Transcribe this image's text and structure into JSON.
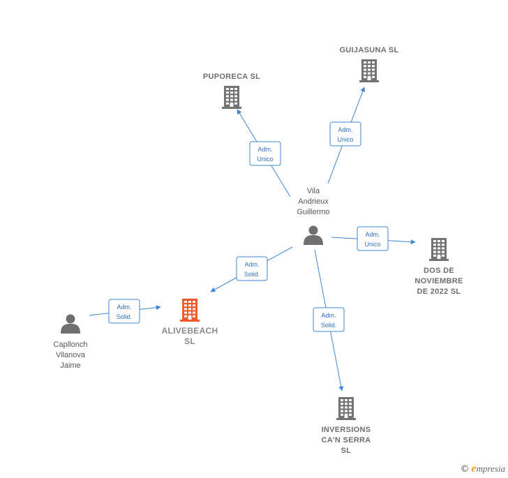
{
  "nodes": {
    "guijasuna": {
      "type": "company",
      "lines": [
        "GUIJASUNA SL"
      ],
      "color": "#737373"
    },
    "puporeca": {
      "type": "company",
      "lines": [
        "PUPORECA  SL"
      ],
      "color": "#737373"
    },
    "vila": {
      "type": "person",
      "lines": [
        "Vila",
        "Andrieux",
        "Guillermo"
      ],
      "color": "#6f6f6f"
    },
    "dosdenov": {
      "type": "company",
      "lines": [
        "DOS DE",
        "NOVIEMBRE",
        "DE 2022  SL"
      ],
      "color": "#737373"
    },
    "alivebeach": {
      "type": "company",
      "lines": [
        "ALIVEBEACH",
        "SL"
      ],
      "color": "#ef5a2a",
      "main": true
    },
    "caplloch": {
      "type": "person",
      "lines": [
        "Capllonch",
        "Vilanova",
        "Jaime"
      ],
      "color": "#6f6f6f"
    },
    "inversions": {
      "type": "company",
      "lines": [
        "INVERSIONS",
        "CA'N SERRA",
        "SL"
      ],
      "color": "#737373"
    }
  },
  "edges": [
    {
      "from": "vila",
      "to": "puporeca",
      "label": [
        "Adm.",
        "Unico"
      ]
    },
    {
      "from": "vila",
      "to": "guijasuna",
      "label": [
        "Adm.",
        "Unico"
      ]
    },
    {
      "from": "vila",
      "to": "dosdenov",
      "label": [
        "Adm.",
        "Unico"
      ]
    },
    {
      "from": "vila",
      "to": "alivebeach",
      "label": [
        "Adm.",
        "Solid."
      ]
    },
    {
      "from": "vila",
      "to": "inversions",
      "label": [
        "Adm.",
        "Solid."
      ]
    },
    {
      "from": "caplloch",
      "to": "alivebeach",
      "label": [
        "Adm.",
        "Solid."
      ]
    }
  ],
  "footer": {
    "copyright": "©",
    "brand_initial": "e",
    "brand_rest": "mpresia"
  },
  "colors": {
    "edge": "#3d86d4",
    "company": "#737373",
    "main_company": "#ef5a2a",
    "person": "#6f6f6f"
  }
}
